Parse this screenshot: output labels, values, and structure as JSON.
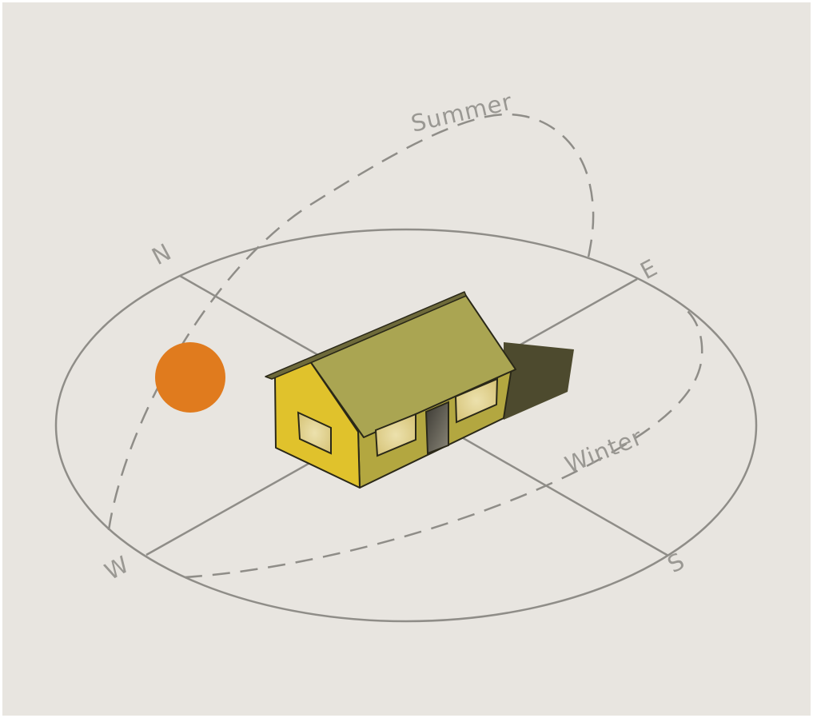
{
  "labels": {
    "summer": "Summer",
    "winter": "Winter",
    "north": "N",
    "east": "E",
    "south": "S",
    "west": "W"
  },
  "colors": {
    "background": "#e8e5e0",
    "line": "#8f8d88",
    "text": "#9a9893",
    "sun": "#e07b1e",
    "house_front_wall": "#e0c22c",
    "house_side_wall": "#b3a740",
    "roof": "#aaa552",
    "shadow": "#4d4a2e",
    "window": "#e6d79c",
    "door": "#4a4740"
  }
}
